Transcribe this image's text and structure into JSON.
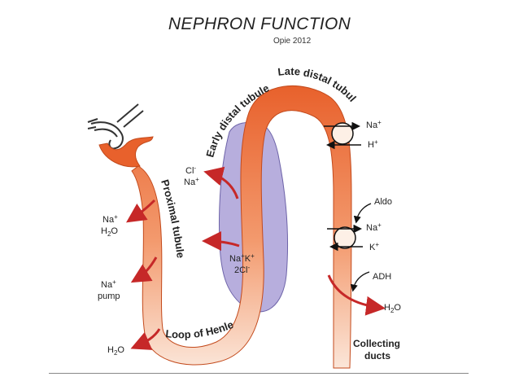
{
  "title": "NEPHRON FUNCTION",
  "credit": "Opie 2012",
  "segments": {
    "proximal": "Proximal tubule",
    "loop": "Loop of Henle",
    "early_distal": "Early distal tubule",
    "late_distal": "Late distal tubule",
    "collecting_1": "Collecting",
    "collecting_2": "ducts"
  },
  "labels": {
    "na": "Na",
    "h2o_h": "H",
    "h2o_sub": "2",
    "h2o_o": "O",
    "pump": "pump",
    "cl": "Cl",
    "k": "K",
    "two_cl_prefix": "2Cl",
    "h": "H",
    "aldo": "Aldo",
    "adh": "ADH",
    "plus": "+",
    "minus": "-"
  },
  "colors": {
    "tubule_dark": "#e8612c",
    "tubule_mid": "#f39a6e",
    "tubule_light": "#fbe1d2",
    "interstitium": "#b7aedd",
    "arrow": "#c62828",
    "pump_line": "#111111"
  }
}
